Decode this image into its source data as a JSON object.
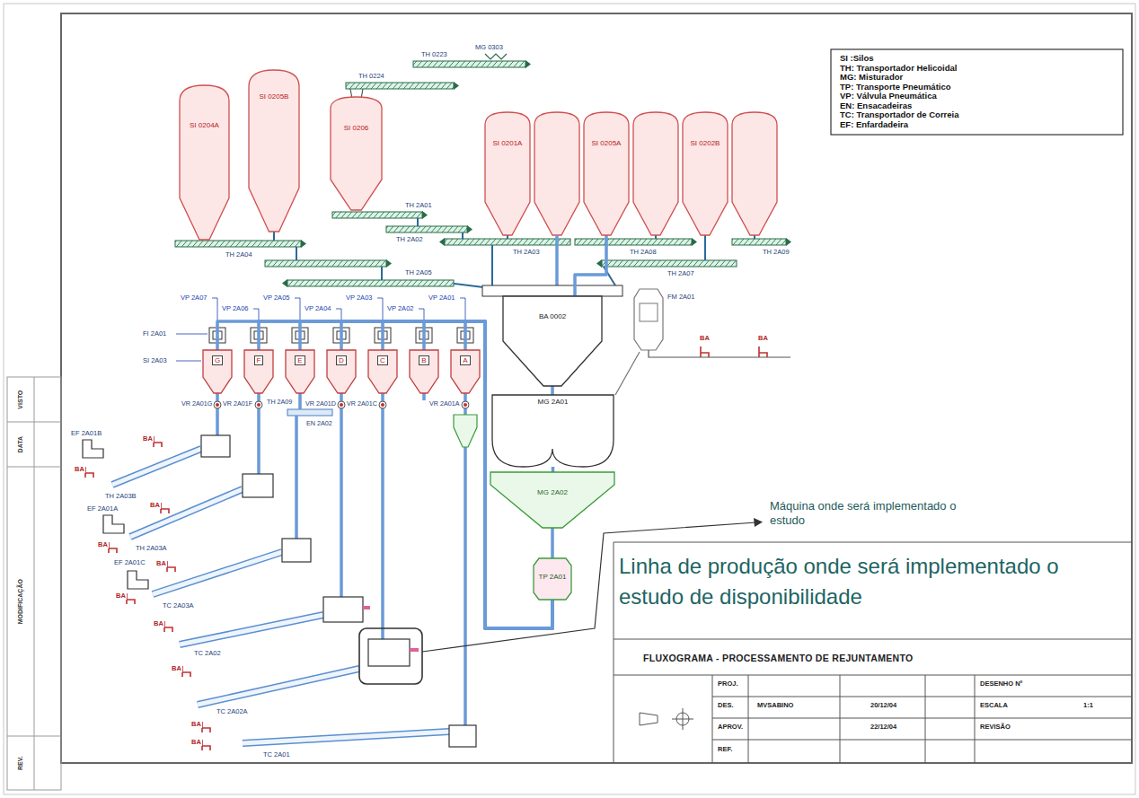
{
  "diagram": {
    "title": "FLUXOGRAMA - PROCESSAMENTO DE REJUNTAMENTO",
    "nodes": [
      {
        "text": [
          "SI 0204A"
        ]
      },
      {
        "text": [
          "SI 0205B"
        ]
      },
      {
        "text": [
          "SI 0206"
        ]
      },
      {
        "text": [
          "SI 0201A"
        ]
      },
      {
        "text": [
          "SI 0205A"
        ]
      },
      {
        "text": [
          "SI 0202B"
        ]
      },
      {
        "text": [
          "BA 0002"
        ]
      },
      {
        "text": [
          "MG 2A01"
        ]
      },
      {
        "text": [
          "MG 2A02"
        ]
      },
      {
        "text": [
          "TP 2A01"
        ]
      },
      {
        "text": [
          "G"
        ]
      },
      {
        "text": [
          "F"
        ]
      },
      {
        "text": [
          "E"
        ]
      },
      {
        "text": [
          "D"
        ]
      },
      {
        "text": [
          "C"
        ]
      },
      {
        "text": [
          "B"
        ]
      },
      {
        "text": [
          "A"
        ]
      }
    ],
    "edges": [
      {
        "from": 4,
        "to": 6,
        "arrow": "none"
      },
      {
        "from": 6,
        "to": 7,
        "arrow": "none"
      },
      {
        "from": 7,
        "to": 8,
        "arrow": "none"
      },
      {
        "from": 8,
        "to": 9,
        "arrow": "none"
      },
      {
        "from": 9,
        "to": 10,
        "arrow": "none"
      },
      {
        "from": 9,
        "to": 11,
        "arrow": "none"
      },
      {
        "from": 9,
        "to": 12,
        "arrow": "none"
      },
      {
        "from": 9,
        "to": 13,
        "arrow": "none"
      },
      {
        "from": 9,
        "to": 14,
        "arrow": "none"
      },
      {
        "from": 9,
        "to": 15,
        "arrow": "none"
      },
      {
        "from": 9,
        "to": 16,
        "arrow": "none"
      }
    ],
    "labels": [
      "TH 0223",
      "MG 0303",
      "TH 0224",
      "TH 2A01",
      "TH 2A02",
      "TH 2A04",
      "TH 2A03",
      "TH 2A08",
      "TH 2A07",
      "TH 2A09",
      "TH 2A05",
      "FM 2A01",
      "BA",
      "BA",
      "VP 2A07",
      "VP 2A06",
      "VP 2A05",
      "VP 2A04",
      "VP 2A03",
      "VP 2A02",
      "VP 2A01",
      "FI 2A01",
      "SI 2A03",
      "VR 2A01G",
      "VR 2A01F",
      "TH 2A09",
      "VR 2A01D",
      "VR 2A01C",
      "VR 2A01A",
      "EN 2A02",
      "EF 2A01B",
      "BA",
      "BA",
      "TH 2A03B",
      "EF 2A01A",
      "BA",
      "BA",
      "TH 2A03A",
      "EF 2A01C",
      "BA",
      "BA",
      "TC 2A03A",
      "BA",
      "TC 2A02",
      "BA",
      "TC 2A02A",
      "BA",
      "BA",
      "TC 2A01",
      "Máquina onde será implementado o estudo",
      "Linha de produção onde será implementado o estudo de disponibilidade",
      "PROJ.",
      "DES.",
      "MVSABINO",
      "20/12/04",
      "APROV.",
      "22/12/04",
      "REF.",
      "DESENHO Nº",
      "ESCALA",
      "1:1",
      "REVISÃO",
      "VISTO",
      "DATA",
      "MODIFICAÇÃO",
      "REV."
    ],
    "legend": [
      {
        "text": "SI :Silos"
      },
      {
        "text": "TH: Transportador Helicoidal"
      },
      {
        "text": "MG: Misturador"
      },
      {
        "text": "TP: Transporte Pneumático"
      },
      {
        "text": "VP: Válvula Pneumática"
      },
      {
        "text": "EN: Ensacadeiras"
      },
      {
        "text": "TC: Transportador de Correia"
      },
      {
        "text": "EF: Enfardadeira"
      }
    ]
  }
}
